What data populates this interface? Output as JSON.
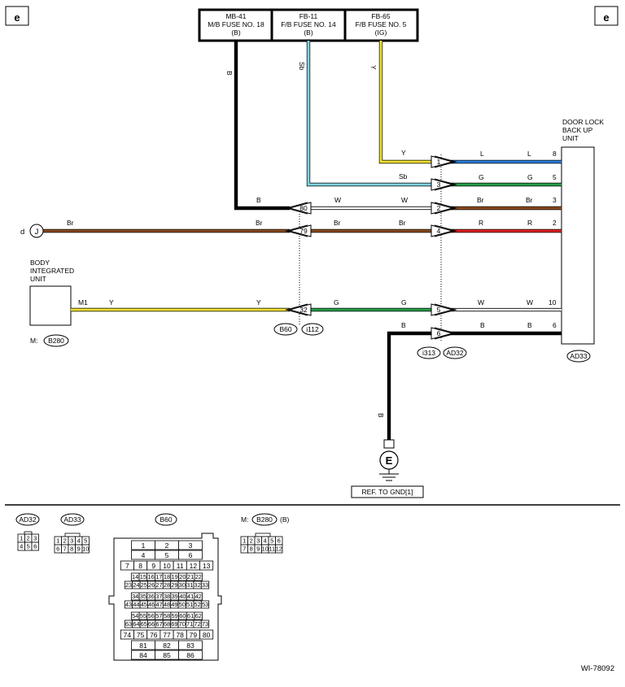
{
  "page_markers": {
    "left": "e",
    "right": "e"
  },
  "fuses": [
    {
      "id": "MB-41",
      "line1": "M/B FUSE NO. 18",
      "line2": "(B)"
    },
    {
      "id": "FB-11",
      "line1": "F/B FUSE NO. 14",
      "line2": "(B)"
    },
    {
      "id": "FB-65",
      "line1": "F/B FUSE NO. 5",
      "line2": "(IG)"
    }
  ],
  "wire_colors": {
    "B": "#000000",
    "Sb": "#7fd3e0",
    "Y": "#f0e030",
    "L": "#2a7fd8",
    "G": "#23a04a",
    "Br": "#8b4a1c",
    "R": "#e02020",
    "W": "#ffffff"
  },
  "wire_labels": {
    "fuse1": "B",
    "fuse2": "Sb",
    "fuse3": "Y",
    "y_in": "Y",
    "l_out1": "L",
    "l_out2": "L",
    "sb_in": "Sb",
    "g_out1": "G",
    "g_out2": "G",
    "b_in": "B",
    "w_mid1": "W",
    "w_mid2": "W",
    "br_out1": "Br",
    "br_out2": "Br",
    "d_br": "Br",
    "br_left": "Br",
    "br_mid1": "Br",
    "br_mid2": "Br",
    "r_out1": "R",
    "r_out2": "R",
    "m1_y": "Y",
    "m1_y2": "Y",
    "g_mid1": "G",
    "g_mid2": "G",
    "w_out1": "W",
    "w_out2": "W",
    "b_gnd_in": "B",
    "b_out1": "B",
    "b_out2": "B",
    "b_gnd": "B"
  },
  "pins": {
    "p1": "1",
    "p3": "3",
    "p2": "2",
    "p4": "4",
    "p5": "5",
    "p6": "6",
    "p80": "80",
    "p79": "79",
    "p32": "32",
    "u8": "8",
    "u5": "5",
    "u3": "3",
    "u2": "2",
    "u10": "10",
    "u6": "6",
    "m1": "M1"
  },
  "door_lock_unit": {
    "line1": "DOOR LOCK",
    "line2": "BACK UP",
    "line3": "UNIT",
    "connector": "AD33"
  },
  "body_unit": {
    "line1": "BODY",
    "line2": "INTEGRATED",
    "line3": "UNIT",
    "prefix": "M:",
    "connector": "B280"
  },
  "junction_d": {
    "label": "d",
    "symbol": "J"
  },
  "connectors_mid": [
    "B60",
    "i112"
  ],
  "connectors_right": [
    "i313",
    "AD32"
  ],
  "ground": {
    "symbol": "E",
    "ref": "REF. TO GND[1]"
  },
  "legend": {
    "ad32": {
      "name": "AD32",
      "rows": [
        [
          "1",
          "2",
          "3"
        ],
        [
          "4",
          "5",
          "6"
        ]
      ]
    },
    "ad33": {
      "name": "AD33",
      "rows": [
        [
          "1",
          "2",
          "3",
          "4",
          "5"
        ],
        [
          "6",
          "7",
          "8",
          "9",
          "10"
        ]
      ]
    },
    "b60": {
      "name": "B60",
      "rows": [
        [
          "1",
          "2",
          "3"
        ],
        [
          "4",
          "5",
          "6"
        ],
        [
          "7",
          "8",
          "9",
          "10",
          "11",
          "12",
          "13"
        ],
        [
          "14",
          "15",
          "16",
          "17",
          "18",
          "19",
          "20",
          "21",
          "22"
        ],
        [
          "23",
          "24",
          "25",
          "26",
          "27",
          "28",
          "29",
          "30",
          "31",
          "32",
          "33"
        ],
        [
          "34",
          "35",
          "36",
          "37",
          "38",
          "39",
          "40",
          "41",
          "42"
        ],
        [
          "43",
          "44",
          "45",
          "46",
          "47",
          "48",
          "49",
          "50",
          "51",
          "52",
          "53"
        ],
        [
          "54",
          "55",
          "56",
          "57",
          "58",
          "59",
          "60",
          "61",
          "62"
        ],
        [
          "63",
          "64",
          "65",
          "66",
          "67",
          "68",
          "69",
          "70",
          "71",
          "72",
          "73"
        ],
        [
          "74",
          "75",
          "76",
          "77",
          "78",
          "79",
          "80"
        ],
        [
          "81",
          "82",
          "83"
        ],
        [
          "84",
          "85",
          "86"
        ]
      ]
    },
    "b280": {
      "prefix": "M:",
      "name": "B280",
      "suffix": "(B)",
      "rows": [
        [
          "1",
          "2",
          "3",
          "4",
          "5",
          "6"
        ],
        [
          "7",
          "8",
          "9",
          "10",
          "11",
          "12"
        ]
      ]
    }
  },
  "diagram_code": "WI-78092"
}
